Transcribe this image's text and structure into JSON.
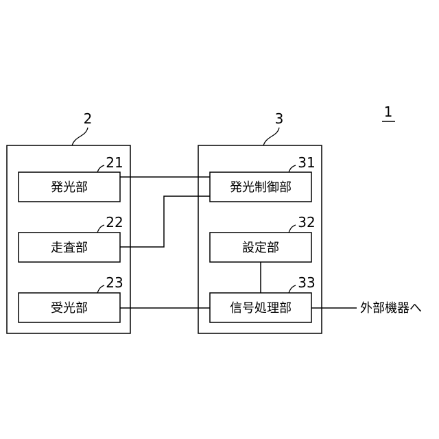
{
  "figure": {
    "number": "1",
    "units": [
      {
        "ref": "2",
        "blocks": [
          {
            "ref": "21",
            "label": "発光部"
          },
          {
            "ref": "22",
            "label": "走査部"
          },
          {
            "ref": "23",
            "label": "受光部"
          }
        ]
      },
      {
        "ref": "3",
        "blocks": [
          {
            "ref": "31",
            "label": "発光制御部"
          },
          {
            "ref": "32",
            "label": "設定部"
          },
          {
            "ref": "33",
            "label": "信号処理部"
          }
        ]
      }
    ],
    "external_label": "外部機器へ"
  }
}
